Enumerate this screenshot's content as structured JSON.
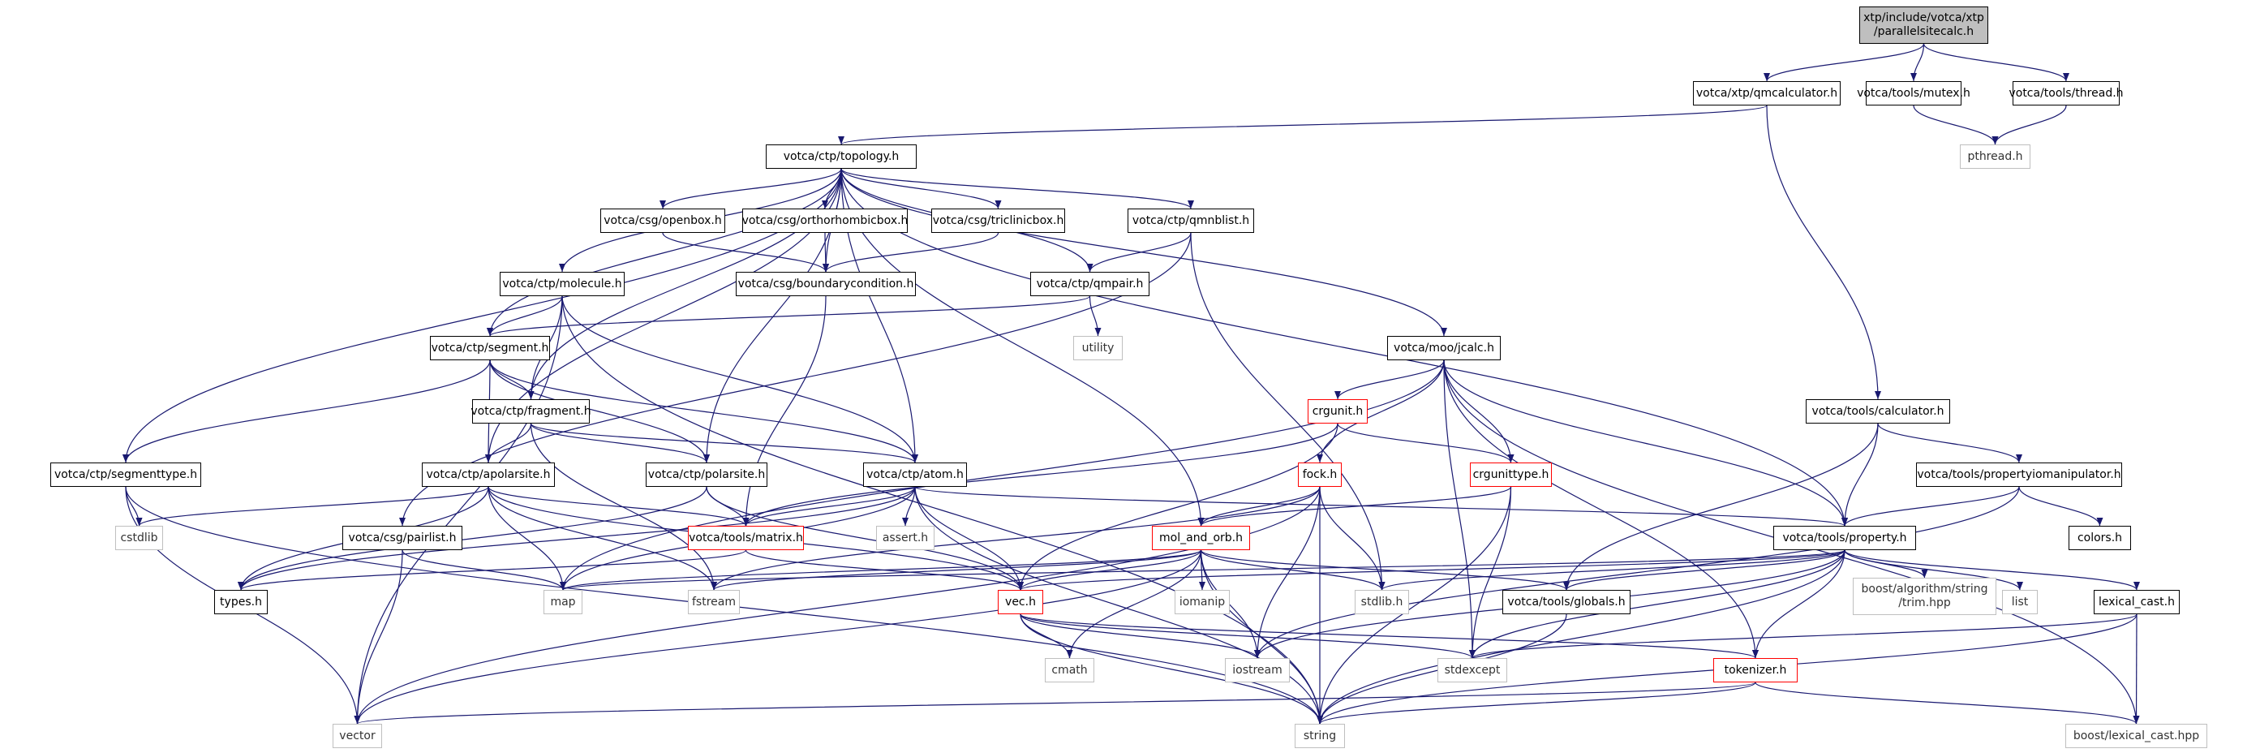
{
  "diagram": {
    "colors": {
      "edge": "#191970",
      "root_fill": "#bfbfbf",
      "red_border": "#ff0000",
      "gray_border": "#bfbfbf",
      "default_border": "#000000"
    },
    "nodes": [
      {
        "id": "root",
        "label": "xtp/include/votca/xtp\n/parallelsitecalc.h",
        "style": "root"
      },
      {
        "id": "qmcalculator",
        "label": "votca/xtp/qmcalculator.h",
        "style": "black"
      },
      {
        "id": "mutex",
        "label": "votca/tools/mutex.h",
        "style": "black"
      },
      {
        "id": "thread",
        "label": "votca/tools/thread.h",
        "style": "black"
      },
      {
        "id": "pthread",
        "label": "pthread.h",
        "style": "gray"
      },
      {
        "id": "topology",
        "label": "votca/ctp/topology.h",
        "style": "black"
      },
      {
        "id": "openbox",
        "label": "votca/csg/openbox.h",
        "style": "black"
      },
      {
        "id": "orthorhombic",
        "label": "votca/csg/orthorhombicbox.h",
        "style": "black"
      },
      {
        "id": "triclinic",
        "label": "votca/csg/triclinicbox.h",
        "style": "black"
      },
      {
        "id": "qmnblist",
        "label": "votca/ctp/qmnblist.h",
        "style": "black"
      },
      {
        "id": "molecule",
        "label": "votca/ctp/molecule.h",
        "style": "black"
      },
      {
        "id": "boundary",
        "label": "votca/csg/boundarycondition.h",
        "style": "black"
      },
      {
        "id": "qmpair",
        "label": "votca/ctp/qmpair.h",
        "style": "black"
      },
      {
        "id": "utility",
        "label": "utility",
        "style": "gray"
      },
      {
        "id": "segment",
        "label": "votca/ctp/segment.h",
        "style": "black"
      },
      {
        "id": "jcalc",
        "label": "votca/moo/jcalc.h",
        "style": "black"
      },
      {
        "id": "calculator",
        "label": "votca/tools/calculator.h",
        "style": "black"
      },
      {
        "id": "fragment",
        "label": "votca/ctp/fragment.h",
        "style": "black"
      },
      {
        "id": "crgunit",
        "label": "crgunit.h",
        "style": "red"
      },
      {
        "id": "segmenttype",
        "label": "votca/ctp/segmenttype.h",
        "style": "black"
      },
      {
        "id": "apolarsite",
        "label": "votca/ctp/apolarsite.h",
        "style": "black"
      },
      {
        "id": "polarsite",
        "label": "votca/ctp/polarsite.h",
        "style": "black"
      },
      {
        "id": "atom",
        "label": "votca/ctp/atom.h",
        "style": "black"
      },
      {
        "id": "fock",
        "label": "fock.h",
        "style": "red"
      },
      {
        "id": "crgunittype",
        "label": "crgunittype.h",
        "style": "red"
      },
      {
        "id": "propmanip",
        "label": "votca/tools/propertyiomanipulator.h",
        "style": "black"
      },
      {
        "id": "cstdlib",
        "label": "cstdlib",
        "style": "gray"
      },
      {
        "id": "pairlist",
        "label": "votca/csg/pairlist.h",
        "style": "black"
      },
      {
        "id": "matrix",
        "label": "votca/tools/matrix.h",
        "style": "red"
      },
      {
        "id": "assert",
        "label": "assert.h",
        "style": "gray"
      },
      {
        "id": "molorb",
        "label": "mol_and_orb.h",
        "style": "red"
      },
      {
        "id": "property",
        "label": "votca/tools/property.h",
        "style": "black"
      },
      {
        "id": "colors",
        "label": "colors.h",
        "style": "black"
      },
      {
        "id": "typesh",
        "label": "types.h",
        "style": "black"
      },
      {
        "id": "map",
        "label": "map",
        "style": "gray"
      },
      {
        "id": "fstream",
        "label": "fstream",
        "style": "gray"
      },
      {
        "id": "vec",
        "label": "vec.h",
        "style": "red"
      },
      {
        "id": "iomanip",
        "label": "iomanip",
        "style": "gray"
      },
      {
        "id": "stdlib",
        "label": "stdlib.h",
        "style": "gray"
      },
      {
        "id": "globals",
        "label": "votca/tools/globals.h",
        "style": "black"
      },
      {
        "id": "trim",
        "label": "boost/algorithm/string\n/trim.hpp",
        "style": "gray"
      },
      {
        "id": "list",
        "label": "list",
        "style": "gray"
      },
      {
        "id": "lexical",
        "label": "lexical_cast.h",
        "style": "black"
      },
      {
        "id": "cmath",
        "label": "cmath",
        "style": "gray"
      },
      {
        "id": "iostream",
        "label": "iostream",
        "style": "gray"
      },
      {
        "id": "stdexcept",
        "label": "stdexcept",
        "style": "gray"
      },
      {
        "id": "tokenizer",
        "label": "tokenizer.h",
        "style": "red"
      },
      {
        "id": "vector",
        "label": "vector",
        "style": "gray"
      },
      {
        "id": "string",
        "label": "string",
        "style": "gray"
      },
      {
        "id": "boostlexical",
        "label": "boost/lexical_cast.hpp",
        "style": "gray"
      }
    ],
    "edges": [
      [
        "root",
        "qmcalculator"
      ],
      [
        "root",
        "mutex"
      ],
      [
        "root",
        "thread"
      ],
      [
        "mutex",
        "pthread"
      ],
      [
        "thread",
        "pthread"
      ],
      [
        "qmcalculator",
        "topology"
      ],
      [
        "qmcalculator",
        "calculator"
      ],
      [
        "topology",
        "openbox"
      ],
      [
        "topology",
        "orthorhombic"
      ],
      [
        "topology",
        "triclinic"
      ],
      [
        "topology",
        "qmnblist"
      ],
      [
        "topology",
        "molecule"
      ],
      [
        "topology",
        "boundary"
      ],
      [
        "topology",
        "qmpair"
      ],
      [
        "topology",
        "segment"
      ],
      [
        "topology",
        "jcalc"
      ],
      [
        "topology",
        "fragment"
      ],
      [
        "topology",
        "segmenttype"
      ],
      [
        "topology",
        "apolarsite"
      ],
      [
        "topology",
        "polarsite"
      ],
      [
        "topology",
        "atom"
      ],
      [
        "topology",
        "molorb"
      ],
      [
        "topology",
        "property"
      ],
      [
        "openbox",
        "boundary"
      ],
      [
        "orthorhombic",
        "boundary"
      ],
      [
        "triclinic",
        "boundary"
      ],
      [
        "qmnblist",
        "qmpair"
      ],
      [
        "qmnblist",
        "pairlist"
      ],
      [
        "qmnblist",
        "stdlib"
      ],
      [
        "molecule",
        "segment"
      ],
      [
        "molecule",
        "fragment"
      ],
      [
        "molecule",
        "atom"
      ],
      [
        "molecule",
        "vector"
      ],
      [
        "molecule",
        "string"
      ],
      [
        "boundary",
        "matrix"
      ],
      [
        "qmpair",
        "segment"
      ],
      [
        "qmpair",
        "utility"
      ],
      [
        "segment",
        "fragment"
      ],
      [
        "segment",
        "segmenttype"
      ],
      [
        "segment",
        "apolarsite"
      ],
      [
        "segment",
        "polarsite"
      ],
      [
        "segment",
        "atom"
      ],
      [
        "fragment",
        "apolarsite"
      ],
      [
        "fragment",
        "polarsite"
      ],
      [
        "fragment",
        "atom"
      ],
      [
        "fragment",
        "fstream"
      ],
      [
        "segmenttype",
        "cstdlib"
      ],
      [
        "segmenttype",
        "vector"
      ],
      [
        "segmenttype",
        "string"
      ],
      [
        "apolarsite",
        "matrix"
      ],
      [
        "apolarsite",
        "vec"
      ],
      [
        "apolarsite",
        "map"
      ],
      [
        "apolarsite",
        "fstream"
      ],
      [
        "apolarsite",
        "typesh"
      ],
      [
        "apolarsite",
        "cstdlib"
      ],
      [
        "polarsite",
        "matrix"
      ],
      [
        "polarsite",
        "vec"
      ],
      [
        "polarsite",
        "typesh"
      ],
      [
        "atom",
        "matrix"
      ],
      [
        "atom",
        "vec"
      ],
      [
        "atom",
        "assert"
      ],
      [
        "atom",
        "property"
      ],
      [
        "atom",
        "typesh"
      ],
      [
        "atom",
        "string"
      ],
      [
        "atom",
        "map"
      ],
      [
        "jcalc",
        "crgunit"
      ],
      [
        "jcalc",
        "fock"
      ],
      [
        "jcalc",
        "crgunittype"
      ],
      [
        "jcalc",
        "property"
      ],
      [
        "jcalc",
        "tokenizer"
      ],
      [
        "jcalc",
        "stdexcept"
      ],
      [
        "jcalc",
        "boostlexical"
      ],
      [
        "jcalc",
        "map"
      ],
      [
        "crgunit",
        "crgunittype"
      ],
      [
        "crgunit",
        "vec"
      ],
      [
        "crgunit",
        "matrix"
      ],
      [
        "crgunittype",
        "molorb"
      ],
      [
        "crgunittype",
        "stdexcept"
      ],
      [
        "crgunittype",
        "string"
      ],
      [
        "fock",
        "molorb"
      ],
      [
        "fock",
        "stdlib"
      ],
      [
        "fock",
        "iostream"
      ],
      [
        "fock",
        "string"
      ],
      [
        "fock",
        "vector"
      ],
      [
        "fock",
        "fstream"
      ],
      [
        "molorb",
        "vec"
      ],
      [
        "molorb",
        "map"
      ],
      [
        "molorb",
        "fstream"
      ],
      [
        "molorb",
        "iomanip"
      ],
      [
        "molorb",
        "stdlib"
      ],
      [
        "molorb",
        "cmath"
      ],
      [
        "molorb",
        "iostream"
      ],
      [
        "molorb",
        "string"
      ],
      [
        "molorb",
        "vector"
      ],
      [
        "molorb",
        "globals"
      ],
      [
        "matrix",
        "vec"
      ],
      [
        "matrix",
        "typesh"
      ],
      [
        "vec",
        "cmath"
      ],
      [
        "vec",
        "iostream"
      ],
      [
        "vec",
        "string"
      ],
      [
        "vec",
        "stdexcept"
      ],
      [
        "vec",
        "tokenizer"
      ],
      [
        "pairlist",
        "map"
      ],
      [
        "pairlist",
        "vector"
      ],
      [
        "calculator",
        "property"
      ],
      [
        "calculator",
        "propmanip"
      ],
      [
        "calculator",
        "globals"
      ],
      [
        "propmanip",
        "property"
      ],
      [
        "propmanip",
        "colors"
      ],
      [
        "propmanip",
        "iostream"
      ],
      [
        "property",
        "map"
      ],
      [
        "property",
        "string"
      ],
      [
        "property",
        "list"
      ],
      [
        "property",
        "trim"
      ],
      [
        "property",
        "lexical"
      ],
      [
        "property",
        "stdexcept"
      ],
      [
        "property",
        "iostream"
      ],
      [
        "property",
        "tokenizer"
      ],
      [
        "property",
        "vec"
      ],
      [
        "property",
        "stdlib"
      ],
      [
        "property",
        "globals"
      ],
      [
        "lexical",
        "boostlexical"
      ],
      [
        "lexical",
        "string"
      ],
      [
        "lexical",
        "stdexcept"
      ],
      [
        "globals",
        "string"
      ],
      [
        "tokenizer",
        "string"
      ],
      [
        "tokenizer",
        "vector"
      ],
      [
        "tokenizer",
        "boostlexical"
      ]
    ]
  }
}
